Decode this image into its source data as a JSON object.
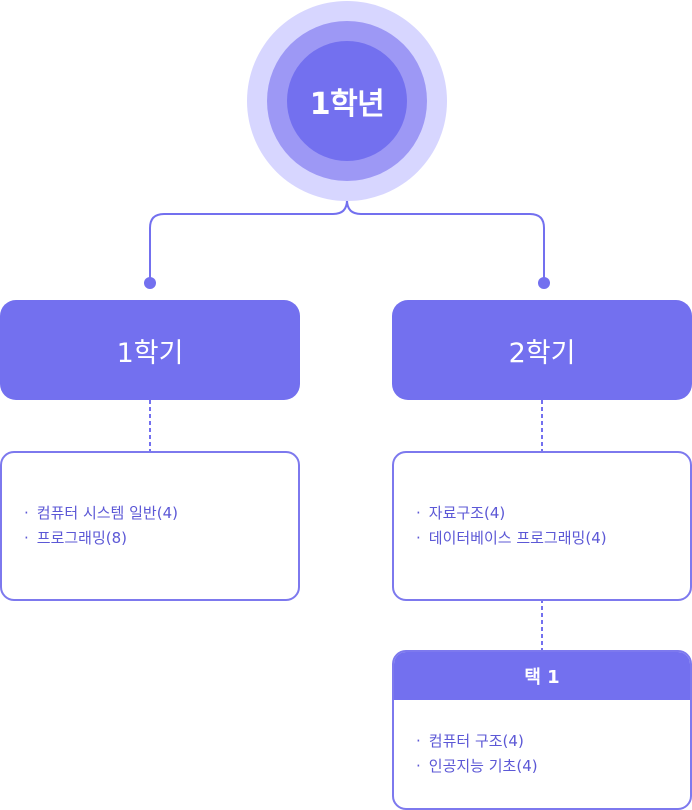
{
  "year": {
    "label": "1학년"
  },
  "semesters": [
    {
      "label": "1학기",
      "courses": [
        "컴퓨터 시스템 일반(4)",
        "프로그래밍(8)"
      ]
    },
    {
      "label": "2학기",
      "courses": [
        "자료구조(4)",
        "데이터베이스 프로그래밍(4)"
      ]
    }
  ],
  "elective": {
    "label": "택 1",
    "courses": [
      "컴퓨터 구조(4)",
      "인공지능 기초(4)"
    ]
  },
  "colors": {
    "primary": "#7370ef",
    "ring_mid": "#9d98f5",
    "ring_outer": "#d7d6ff",
    "text": "#5c58d6"
  }
}
